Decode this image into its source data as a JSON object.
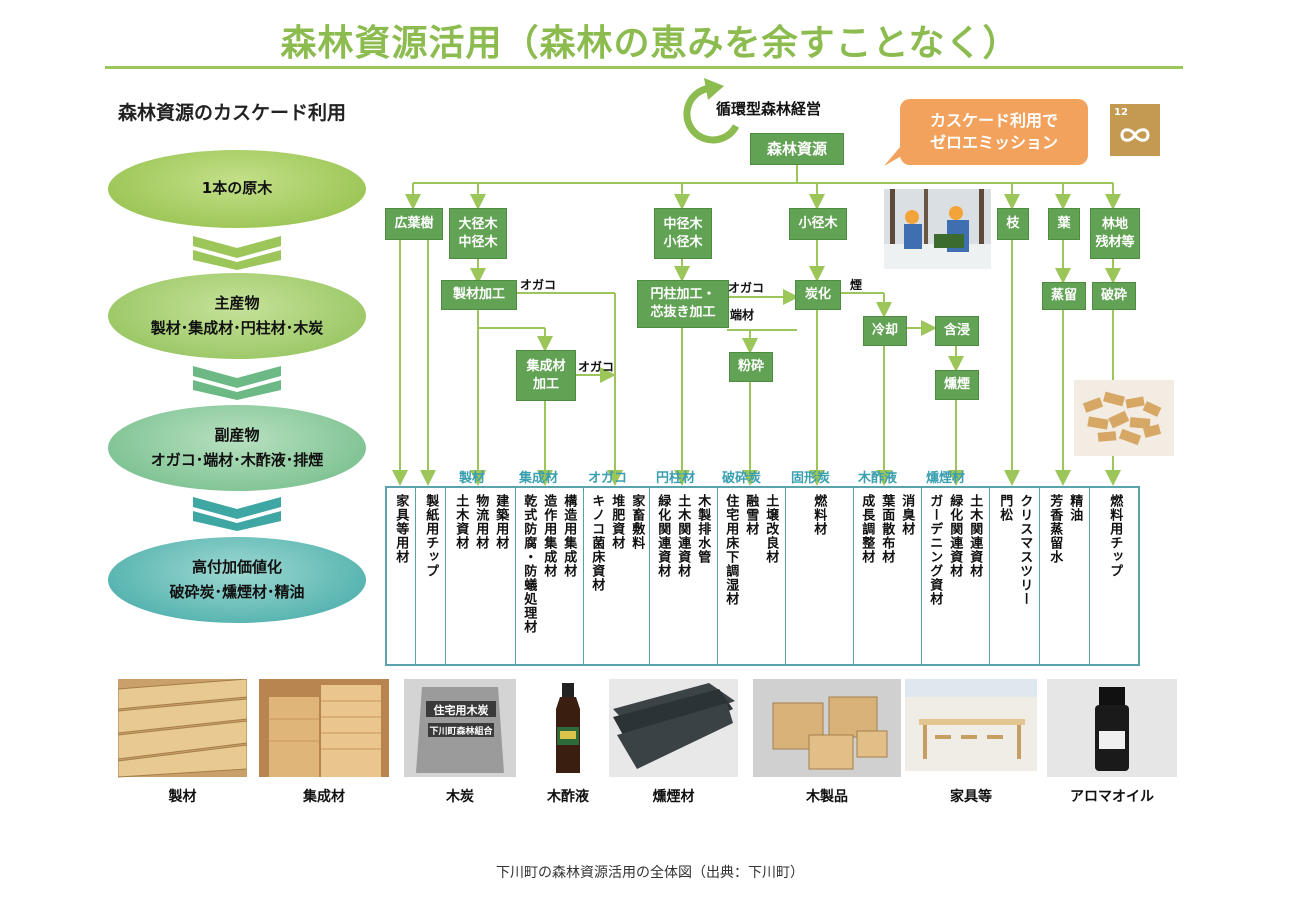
{
  "title": "森林資源活用（森林の恵みを余すことなく）",
  "subtitle": "森林資源のカスケード利用",
  "cascade": [
    {
      "name": "1本の原木",
      "detail": ""
    },
    {
      "name": "主産物",
      "detail": "製材･集成材･円柱材･木炭"
    },
    {
      "name": "副産物",
      "detail": "オガコ･端材･木酢液･排煙"
    },
    {
      "name": "高付加価値化",
      "detail": "破砕炭･燻煙材･精油"
    }
  ],
  "cycle_label": "循環型森林経営",
  "root_node": "森林資源",
  "callout": {
    "line1": "カスケード利用で",
    "line2": "ゼロエミッション"
  },
  "sdg": {
    "number": "12",
    "icon": "infinity-icon"
  },
  "sources": {
    "hardwood": "広葉樹",
    "large": [
      "大径木",
      "中径木"
    ],
    "medium": [
      "中径木",
      "小径木"
    ],
    "small": "小径木",
    "branch": "枝",
    "leaf": "葉",
    "residue": [
      "林地",
      "残材等"
    ]
  },
  "processes": {
    "sawmill": "製材加工",
    "glulam": [
      "集成材",
      "加工"
    ],
    "column": [
      "円柱加工・",
      "芯抜き加工"
    ],
    "carbonize": "炭化",
    "crush": "粉砕",
    "cool": "冷却",
    "soak": "含浸",
    "smoke": "燻煙",
    "distill": "蒸留",
    "chip": "破砕"
  },
  "flow_labels": {
    "ogako1": "オガコ",
    "ogako2": "オガコ",
    "ogako3": "オガコ",
    "offcut": "端材",
    "smoke_gas": "煙"
  },
  "categories": [
    "製材",
    "集成材",
    "オガコ",
    "円柱材",
    "破砕炭",
    "固形炭",
    "木酢液",
    "燻煙材"
  ],
  "uses": [
    [
      "家具等用材"
    ],
    [
      "製紙用チップ"
    ],
    [
      "建築用材",
      "物流用材",
      "土木資材"
    ],
    [
      "構造用集成材",
      "造作用集成材",
      "乾式防腐・防蟻処理材"
    ],
    [
      "家畜敷料",
      "堆肥資材",
      "キノコ菌床資材"
    ],
    [
      "木製排水管",
      "土木関連資材",
      "緑化関連資材"
    ],
    [
      "土壌改良材",
      "融雪材",
      "住宅用床下調湿材"
    ],
    [
      "燃料材"
    ],
    [
      "消臭材",
      "葉面散布材",
      "成長調整材"
    ],
    [
      "土木関連資材",
      "緑化関連資材",
      "ガーデニング資材"
    ],
    [
      "クリスマスツリー",
      "門松"
    ],
    [
      "精油",
      "芳香蒸留水"
    ],
    [
      "燃料用チップ"
    ]
  ],
  "products": [
    "製材",
    "集成材",
    "木炭",
    "木酢液",
    "燻煙材",
    "木製品",
    "家具等",
    "アロマオイル"
  ],
  "charcoal_bag_text": [
    "住宅用木炭",
    "下川町森林組合"
  ],
  "caption": "下川町の森林資源活用の全体図（出典：下川町）"
}
